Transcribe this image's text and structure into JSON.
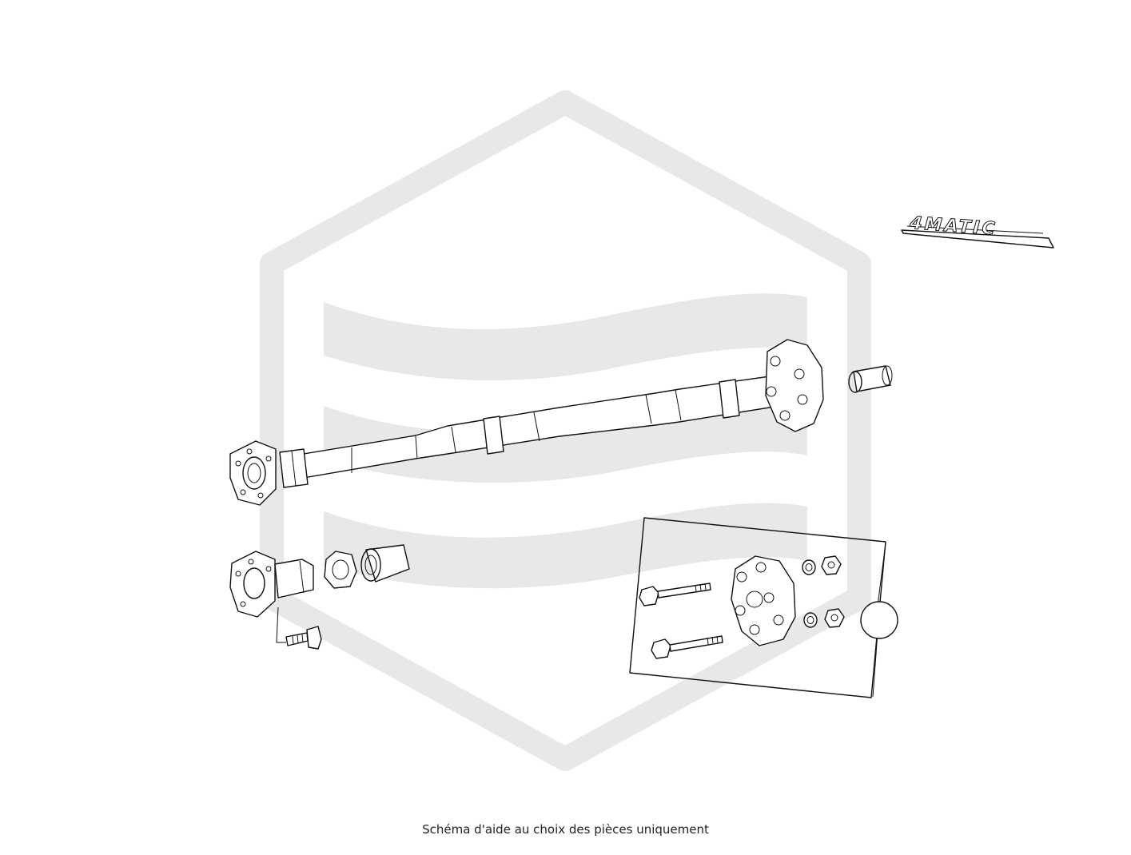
{
  "caption": "Schéma d'aide au choix des pièces uniquement",
  "badge": {
    "text": "4MATIC"
  },
  "watermark": {
    "color": "#e8e8e8",
    "shape": "hexagon-logo"
  },
  "colors": {
    "stroke": "#111111",
    "background": "#ffffff"
  }
}
